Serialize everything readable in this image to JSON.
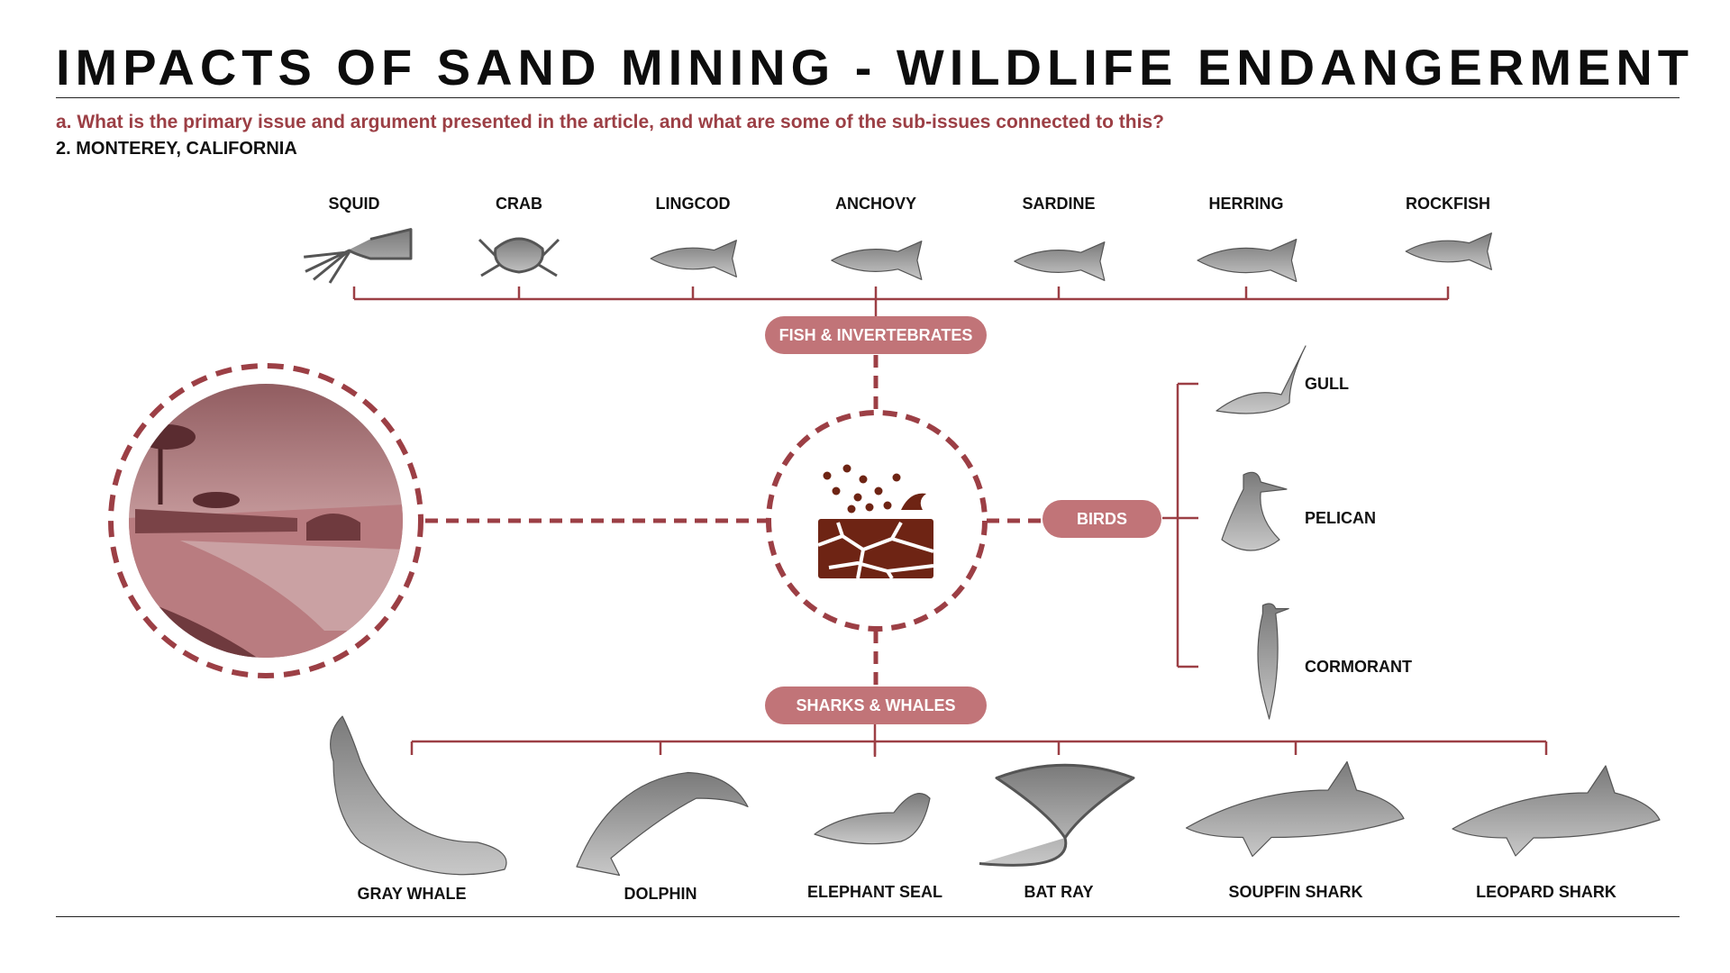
{
  "title": "IMPACTS OF SAND MINING - WILDLIFE ENDANGERMENT",
  "question": "a. What is the primary issue and argument presented in the article, and what are some of the sub-issues connected to this?",
  "subtitle": "2. MONTEREY, CALIFORNIA",
  "colors": {
    "accent": "#9c3f45",
    "pill": "#c17478",
    "photo_tint": "#a76a6e",
    "sand_icon": "#6e2414"
  },
  "categories": {
    "fish": "FISH & INVERTEBRATES",
    "birds": "BIRDS",
    "sharks": "SHARKS & WHALES"
  },
  "fish": [
    "SQUID",
    "CRAB",
    "LINGCOD",
    "ANCHOVY",
    "SARDINE",
    "HERRING",
    "ROCKFISH"
  ],
  "birds": [
    "GULL",
    "PELICAN",
    "CORMORANT"
  ],
  "marine": [
    "GRAY WHALE",
    "DOLPHIN",
    "ELEPHANT SEAL",
    "BAT RAY",
    "SOUPFIN SHARK",
    "LEOPARD SHARK"
  ],
  "images": {
    "location_photo": "coastal-beach-photo",
    "center_icon": "sand-mining-icon"
  }
}
